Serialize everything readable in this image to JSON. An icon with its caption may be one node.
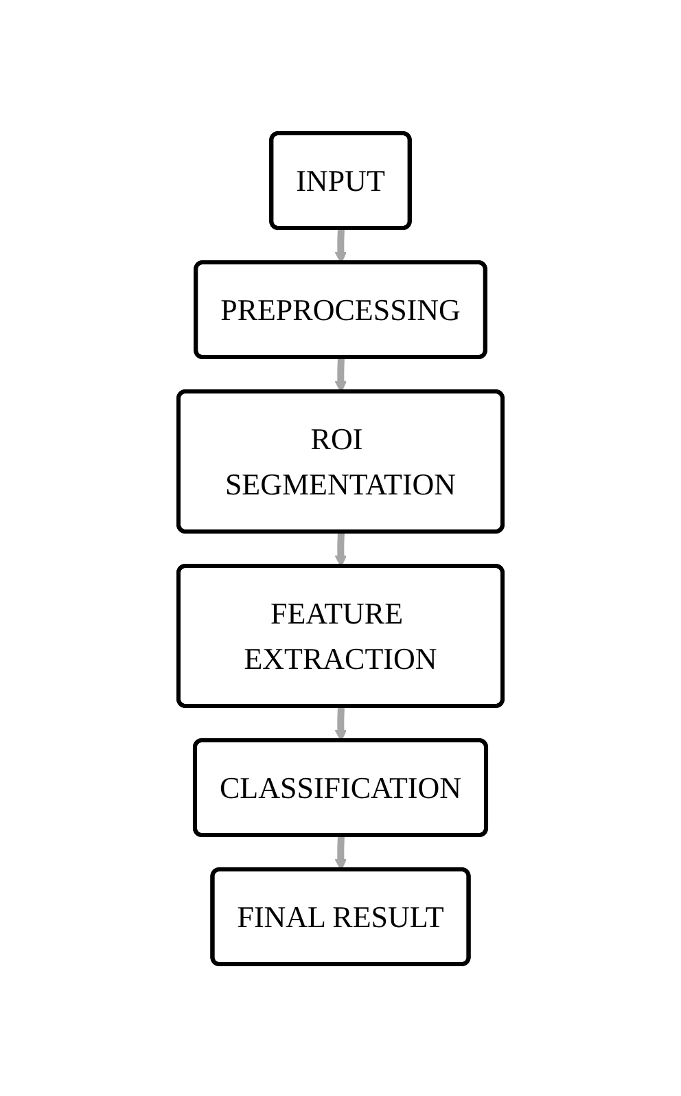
{
  "diagram": {
    "nodes": [
      {
        "text": [
          "INPUT"
        ]
      },
      {
        "text": [
          "PREPROCESSING"
        ]
      },
      {
        "text": [
          "ROI SEGMENTATION"
        ]
      },
      {
        "text": [
          "FEATURE EXTRACTION"
        ]
      },
      {
        "text": [
          "CLASSIFICATION"
        ]
      },
      {
        "text": [
          "FINAL RESULT"
        ]
      }
    ],
    "edges": [
      {
        "from": 0,
        "to": 1,
        "arrow": "to"
      },
      {
        "from": 1,
        "to": 2,
        "arrow": "to"
      },
      {
        "from": 2,
        "to": 3,
        "arrow": "to"
      },
      {
        "from": 3,
        "to": 4,
        "arrow": "to"
      },
      {
        "from": 4,
        "to": 5,
        "arrow": "to"
      }
    ]
  }
}
